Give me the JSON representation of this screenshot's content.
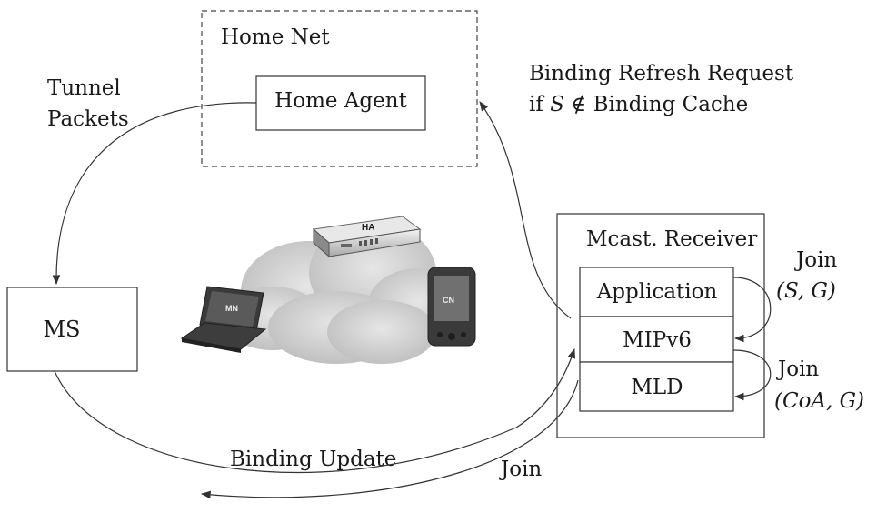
{
  "labels": {
    "home_net": "Home Net",
    "home_agent": "Home Agent",
    "tunnel_line1": "Tunnel",
    "tunnel_line2": "Packets",
    "brr_line1": "Binding Refresh Request",
    "brr_line2_prefix": "if ",
    "brr_line2_var": "S",
    "brr_line2_symbol": "∉",
    "brr_line2_suffix": " Binding Cache",
    "mcast_receiver": "Mcast. Receiver",
    "application": "Application",
    "mipv6": "MIPv6",
    "mld": "MLD",
    "ms": "MS",
    "join_sg_line1": "Join",
    "join_sg_line2": "(S, G)",
    "join_coa_line1": "Join",
    "join_coa_line2": "(CoA, G)",
    "binding_update": "Binding Update",
    "join_bottom": "Join"
  },
  "device_labels": {
    "ha": "HA",
    "mn": "MN",
    "cn": "CN"
  },
  "colors": {
    "line": "#333333",
    "cloud": "#cfcfcf",
    "device_dark": "#3a3a3a",
    "device_light": "#d8d8d8"
  }
}
